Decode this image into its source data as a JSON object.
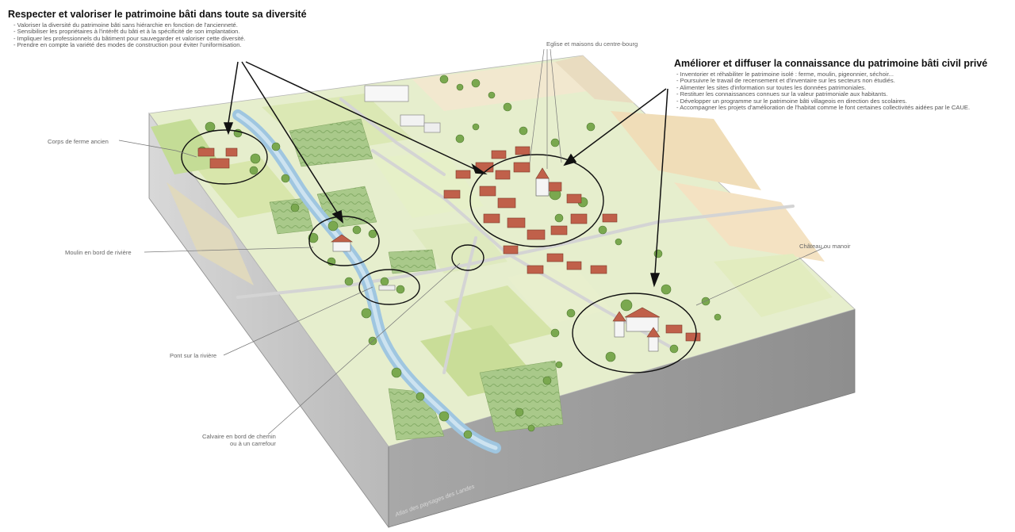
{
  "left_block": {
    "title": "Respecter et valoriser le patrimoine bâti dans toute sa diversité",
    "bullets": [
      "- Valoriser la diversité du patrimoine bâti sans hiérarchie en fonction de l'ancienneté.",
      "- Sensibiliser les propriétaires à l'intérêt du bâti et à la spécificité de son implantation.",
      "- Impliquer les professionnels du bâtiment pour sauvegarder et valoriser cette diversité.",
      "- Prendre en compte la variété des modes de construction pour éviter l'uniformisation."
    ]
  },
  "right_block": {
    "title": "Améliorer et diffuser la connaissance du patrimoine bâti civil privé",
    "bullets": [
      "- Inventorier et réhabiliter le patrimoine isolé : ferme, moulin, pigeonnier, séchoir...",
      "- Poursuivre le travail de recensement et d'inventaire sur les secteurs non étudiés.",
      "- Alimenter les sites d'information sur toutes les données patrimoniales.",
      "- Restituer les connaissances connues sur la valeur patrimoniale aux habitants.",
      "- Développer un programme sur le patrimoine bâti villageois en direction des scolaires.",
      "- Accompagner les projets d'amélioration de l'habitat comme le font certaines collectivités aidées par le CAUE."
    ]
  },
  "callouts": {
    "church": "Eglise et maisons du centre-bourg",
    "farm": "Corps de ferme ancien",
    "mill": "Moulin en bord de rivière",
    "bridge": "Pont sur la rivière",
    "calvary_line1": "Calvaire en bord de chemin",
    "calvary_line2": "ou à un carrefour",
    "castle": "Château ou manoir"
  },
  "credit": "Atlas des paysages des Landes",
  "colors": {
    "field_light": "#eaf0d2",
    "field_green": "#cfe0a4",
    "forest": "#8fb870",
    "river": "#9fc6e0",
    "roof": "#c0604a",
    "block_side": "#9c9c9c"
  }
}
